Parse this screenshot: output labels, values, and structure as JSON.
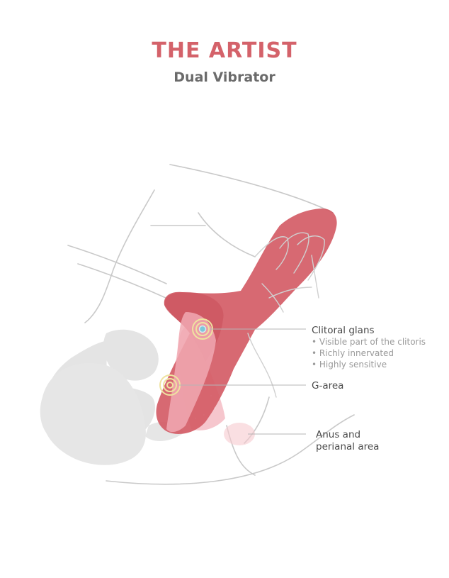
{
  "header": {
    "title": "THE ARTIST",
    "subtitle": "Dual Vibrator"
  },
  "labels": {
    "clitoral": {
      "heading": "Clitoral glans",
      "bullets": [
        "• Visible part of the clitoris",
        "• Richly innervated",
        "• Highly sensitive"
      ]
    },
    "garea": {
      "heading": "G-area"
    },
    "anus": {
      "line1": "Anus and",
      "line2": "perianal area"
    }
  },
  "colors": {
    "accent": "#d4626a",
    "toy": "#d45c66",
    "body_fill": "#e4e4e4",
    "outline": "#c9c9c9",
    "inner_pink": "#f4b9c2",
    "leader": "#b5b5b5",
    "pulse": "#efe3a0"
  }
}
